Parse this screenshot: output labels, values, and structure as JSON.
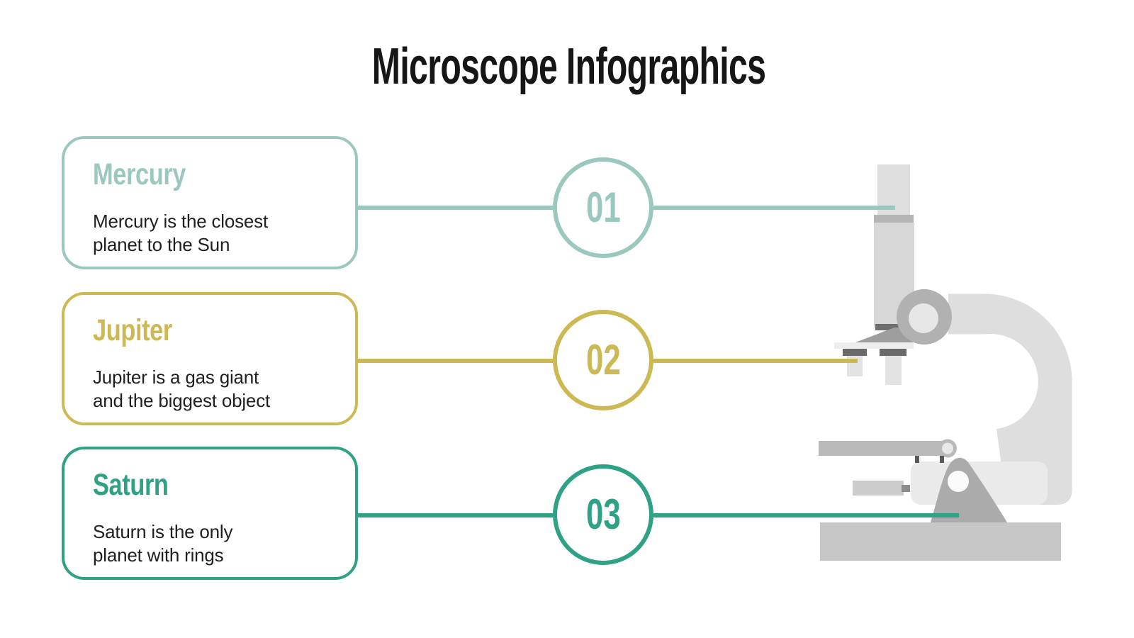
{
  "page": {
    "title": "Microscope Infographics",
    "background_color": "#ffffff",
    "title_color": "#161616",
    "body_text_color": "#1f1f1f"
  },
  "steps": [
    {
      "number": "01",
      "title": "Mercury",
      "description": "Mercury is the closest\nplanet to the Sun",
      "accent_color": "#9bc8be"
    },
    {
      "number": "02",
      "title": "Jupiter",
      "description": "Jupiter is a gas giant\nand the biggest object",
      "accent_color": "#ccb954"
    },
    {
      "number": "03",
      "title": "Saturn",
      "description": "Saturn is the only\nplanet with rings",
      "accent_color": "#2fa184"
    }
  ],
  "illustration": {
    "name": "microscope-illustration"
  }
}
